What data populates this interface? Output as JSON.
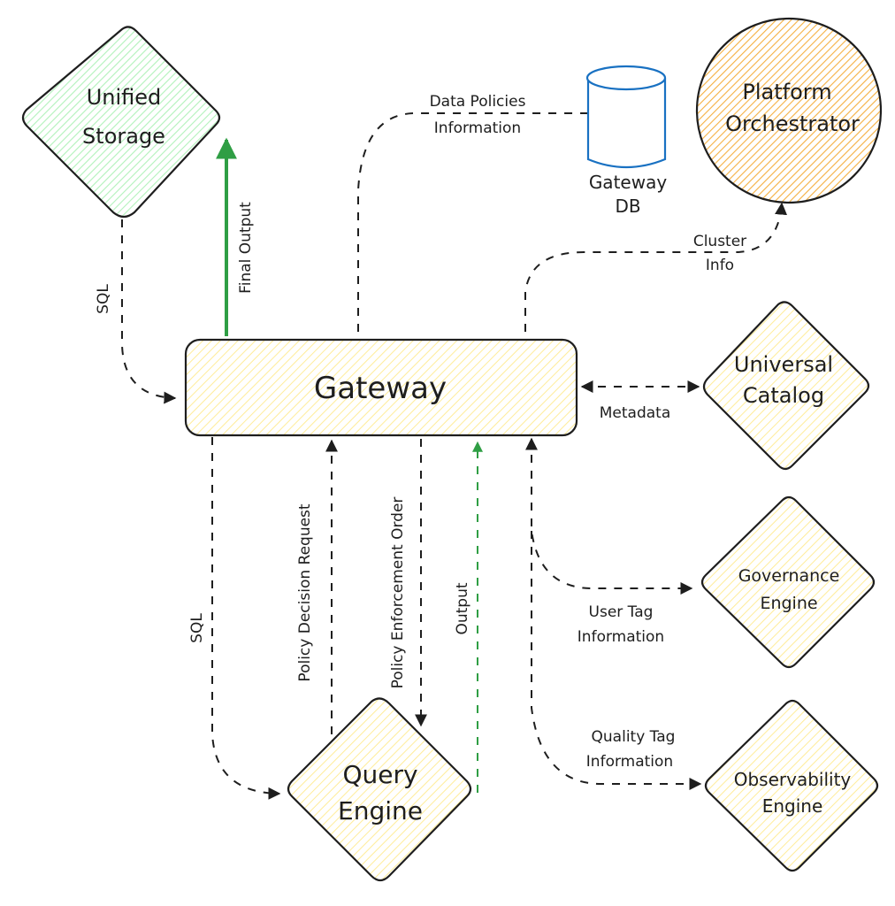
{
  "colors": {
    "stroke": "#1e1e1e",
    "green_fill": "#b2f2bb",
    "yellow_fill": "#ffec99",
    "orange_fill": "#f59f00",
    "blue_stroke": "#1971c2",
    "green_arrow": "#2f9e44"
  },
  "nodes": {
    "unified_storage": {
      "line1": "Unified",
      "line2": "Storage",
      "shape": "diamond"
    },
    "gateway_db": {
      "line1": "Gateway",
      "line2": "DB",
      "shape": "cylinder"
    },
    "platform_orchestrator": {
      "line1": "Platform",
      "line2": "Orchestrator",
      "shape": "circle"
    },
    "gateway": {
      "label": "Gateway",
      "shape": "rounded-rectangle"
    },
    "universal_catalog": {
      "line1": "Universal",
      "line2": "Catalog",
      "shape": "diamond"
    },
    "governance_engine": {
      "line1": "Governance",
      "line2": "Engine",
      "shape": "diamond"
    },
    "observability_engine": {
      "line1": "Observability",
      "line2": "Engine",
      "shape": "diamond"
    },
    "query_engine": {
      "line1": "Query",
      "line2": "Engine",
      "shape": "diamond"
    }
  },
  "edges": {
    "data_policies": {
      "line1": "Data Policies",
      "line2": "Information",
      "from": "Gateway",
      "to": "Gateway DB"
    },
    "cluster_info": {
      "line1": "Cluster",
      "line2": "Info",
      "from": "Gateway",
      "to": "Platform Orchestrator"
    },
    "sql_storage": {
      "label": "SQL",
      "from": "Unified Storage",
      "to": "Gateway"
    },
    "final_output": {
      "label": "Final Output",
      "from": "Gateway",
      "to": "Unified Storage"
    },
    "metadata": {
      "label": "Metadata",
      "from": "Gateway",
      "to": "Universal Catalog"
    },
    "sql_query": {
      "label": "SQL",
      "from": "Gateway",
      "to": "Query Engine"
    },
    "policy_decision": {
      "label": "Policy Decision Request",
      "from": "Query Engine",
      "to": "Gateway"
    },
    "policy_enforcement": {
      "label": "Policy Enforcement Order",
      "from": "Gateway",
      "to": "Query Engine"
    },
    "output": {
      "label": "Output",
      "from": "Query Engine",
      "to": "Gateway"
    },
    "user_tag": {
      "line1": "User Tag",
      "line2": "Information",
      "from": "Gateway",
      "to": "Governance Engine"
    },
    "quality_tag": {
      "line1": "Quality Tag",
      "line2": "Information",
      "from": "Gateway",
      "to": "Observability Engine"
    }
  }
}
